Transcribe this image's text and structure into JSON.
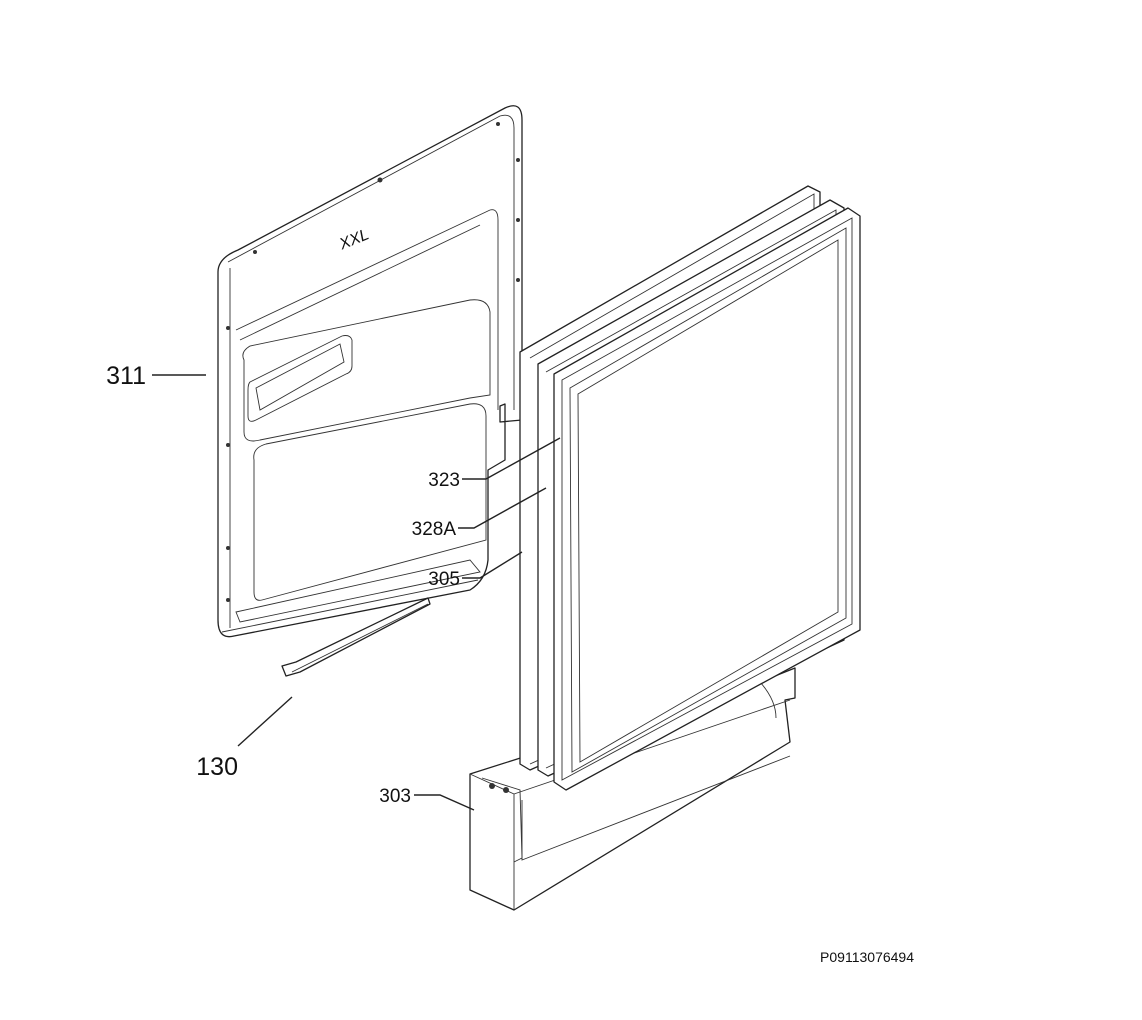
{
  "diagram": {
    "drawing_code": "P09113076494",
    "panel_emboss": "XXL",
    "parts": [
      {
        "id": "panel",
        "number": "311"
      },
      {
        "id": "strip",
        "number": "130"
      },
      {
        "id": "seal-inner",
        "number": "323"
      },
      {
        "id": "seal-outer",
        "number": "328A"
      },
      {
        "id": "frame",
        "number": "305"
      },
      {
        "id": "bottom-box",
        "number": "303"
      }
    ]
  }
}
